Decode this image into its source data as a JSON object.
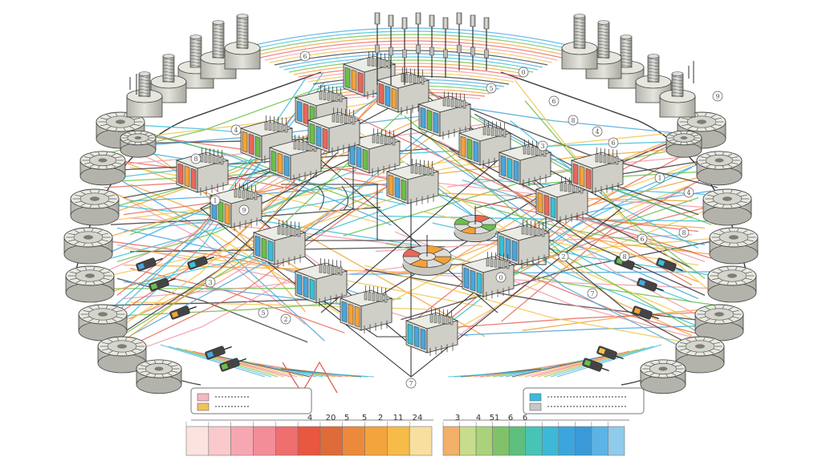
{
  "diagram": {
    "palette": {
      "blue": "#4aa6dd",
      "cyan": "#38c0d8",
      "green": "#6bbf4a",
      "orange": "#f2a23a",
      "red": "#e8685a",
      "pink": "#f19aa8",
      "yellow": "#f3c64b",
      "gray": "#c9c9c4",
      "line": "#3a3a3a"
    },
    "left_legend": {
      "swatches": [
        "#f4b8c0",
        "#f2c25a"
      ],
      "scale_numbers": [
        "4",
        "20",
        "5",
        "5",
        "2",
        "11",
        "24"
      ],
      "bar_colors": [
        "#fbe3df",
        "#f9c9cc",
        "#f6a7b1",
        "#f38d97",
        "#ef6e6e",
        "#e8573f",
        "#de6b3a",
        "#ec8a3c",
        "#f4a43c",
        "#f6bb48",
        "#f8dfa0"
      ]
    },
    "right_legend": {
      "swatches": [
        "#3bbbdd",
        "#c7c7c7"
      ],
      "scale_numbers": [
        "3",
        "4",
        "51",
        "6",
        "6"
      ],
      "bar_colors": [
        "#f2b06a",
        "#c7dc8c",
        "#a9d27a",
        "#7fc26a",
        "#5fbf7e",
        "#48c4b6",
        "#3db8d6",
        "#3aa6dd",
        "#3a9ad8",
        "#5cb4e6",
        "#8fcbed"
      ]
    },
    "callouts": [
      "6",
      "4",
      "8",
      "1",
      "9",
      "3",
      "5",
      "2",
      "7",
      "0",
      "6",
      "8",
      "4"
    ]
  }
}
